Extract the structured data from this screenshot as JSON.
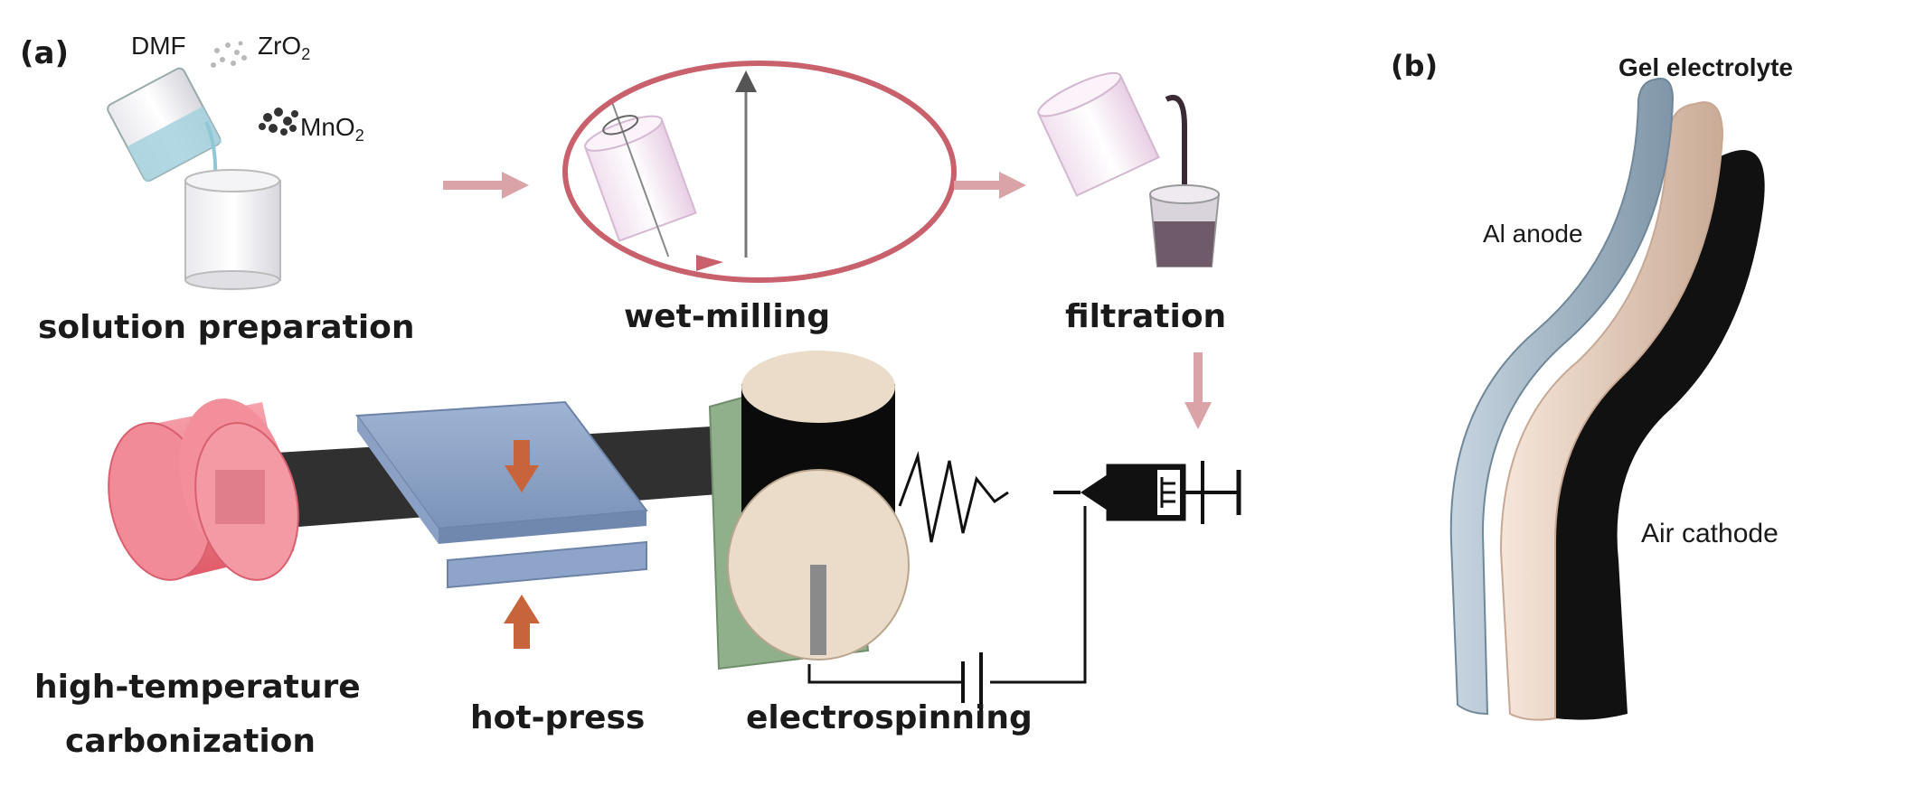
{
  "panel_a": {
    "tag": "(a)",
    "chemicals": {
      "dmf": "DMF",
      "zro2_main": "ZrO",
      "zro2_sub": "2",
      "mno2_main": "MnO",
      "mno2_sub": "2"
    },
    "steps": {
      "solution": "solution preparation",
      "wet_milling": "wet-milling",
      "filtration": "filtration",
      "electrospinning": "electrospinning",
      "hot_press": "hot-press",
      "carbonization_line1": "high-temperature",
      "carbonization_line2": "carbonization"
    },
    "colors": {
      "arrow": "#d9a3a8",
      "ring": "#c8616b",
      "furnace": "#f07a86",
      "press": "#8ea5c9",
      "press_arrow": "#c8643c",
      "base": "#8fb08a",
      "drum": "#eadcc8"
    }
  },
  "panel_b": {
    "tag": "(b)",
    "labels": {
      "gel": "Gel electrolyte",
      "anode": "Al anode",
      "cathode": "Air cathode"
    },
    "colors": {
      "anode": "#a9bccb",
      "gel": "#e8d2c2",
      "cathode": "#111111"
    }
  }
}
